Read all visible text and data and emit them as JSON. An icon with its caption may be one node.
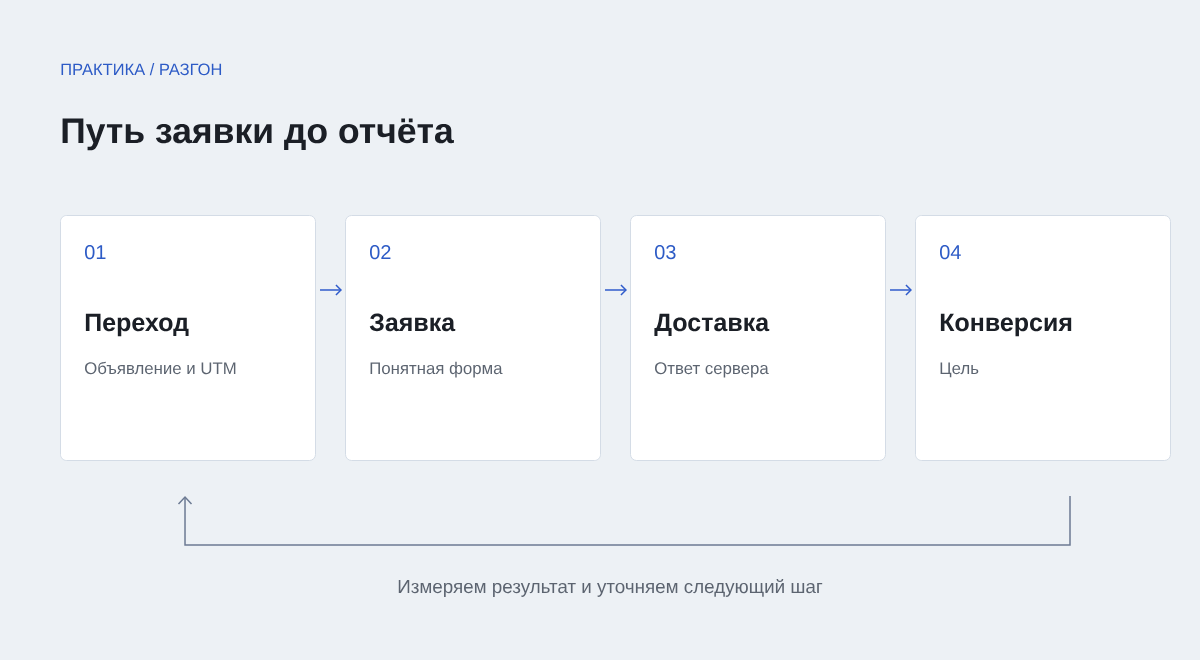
{
  "diagram": {
    "title": "Путь заявки до отчёта",
    "nodes": [
      {
        "text": [
          "01",
          "Переход",
          "Объявление и UTM"
        ]
      },
      {
        "text": [
          "02",
          "Заявка",
          "Понятная форма"
        ]
      },
      {
        "text": [
          "03",
          "Доставка",
          "Ответ сервера"
        ]
      },
      {
        "text": [
          "04",
          "Конверсия",
          "Цель"
        ]
      }
    ],
    "edges": [
      {
        "from": 0,
        "to": 1,
        "arrow": "to"
      },
      {
        "from": 1,
        "to": 2,
        "arrow": "to"
      },
      {
        "from": 2,
        "to": 3,
        "arrow": "to"
      },
      {
        "from": 3,
        "to": 0,
        "arrow": "to",
        "color": "#6c7a93",
        "label": "Измеряем результат и уточняем следующий шаг"
      }
    ],
    "labels": [
      "ПРАКТИКА / РАЗГОН"
    ]
  }
}
